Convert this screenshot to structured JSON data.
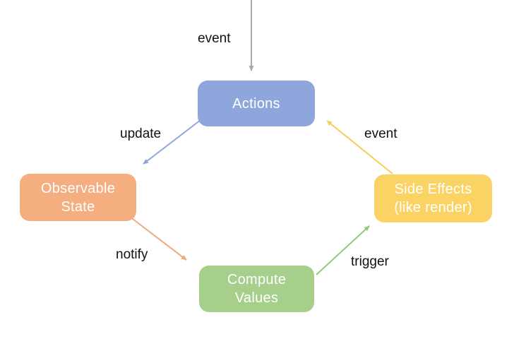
{
  "nodes": {
    "actions": {
      "label": "Actions",
      "color": "#8EA6DB"
    },
    "observable_state": {
      "line1": "Observable",
      "line2": "State",
      "color": "#F4AE80"
    },
    "compute_values": {
      "line1": "Compute",
      "line2": "Values",
      "color": "#A6CF8C"
    },
    "side_effects": {
      "line1": "Side Effects",
      "line2": "(like render)",
      "color": "#FBD365"
    }
  },
  "edges": [
    {
      "from": "",
      "to": "actions",
      "label": "event",
      "color": "#A9A9A9"
    },
    {
      "from": "actions",
      "to": "observable_state",
      "label": "update",
      "color": "#8EA6DB"
    },
    {
      "from": "observable_state",
      "to": "compute_values",
      "label": "notify",
      "color": "#F0A878"
    },
    {
      "from": "compute_values",
      "to": "side_effects",
      "label": "trigger",
      "color": "#95C87D"
    },
    {
      "from": "side_effects",
      "to": "actions",
      "label": "event",
      "color": "#F7CE5B"
    }
  ]
}
